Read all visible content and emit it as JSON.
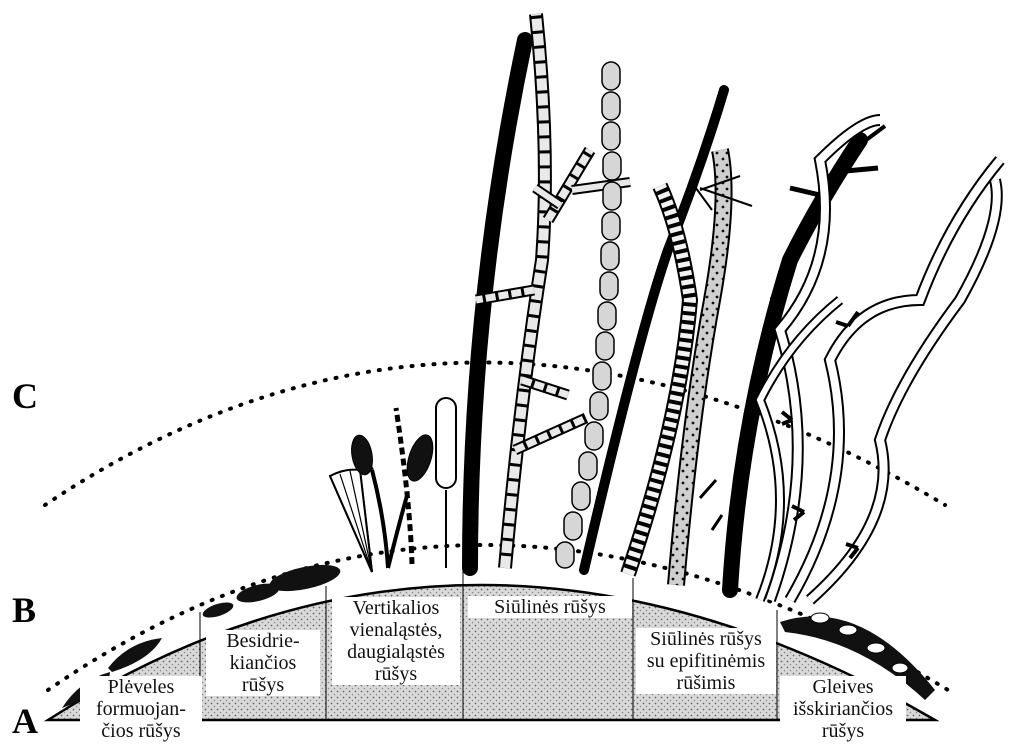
{
  "zones": {
    "A": "A",
    "B": "B",
    "C": "C"
  },
  "groups": [
    {
      "lines": [
        "Plėveles",
        "formuojan-",
        "čios rūšys"
      ]
    },
    {
      "lines": [
        "Besidrie-",
        "kiančios",
        "rūšys"
      ]
    },
    {
      "lines": [
        "Vertikalios",
        "vienaląstės,",
        "daugialąstės",
        "rūšys"
      ]
    },
    {
      "lines": [
        "Siūlinės rūšys"
      ]
    },
    {
      "lines": [
        "Siūlinės rūšys",
        "su epifitinėmis",
        "rūšimis"
      ]
    },
    {
      "lines": [
        "Gleives",
        "išskiriančios",
        "rūšys"
      ]
    }
  ]
}
